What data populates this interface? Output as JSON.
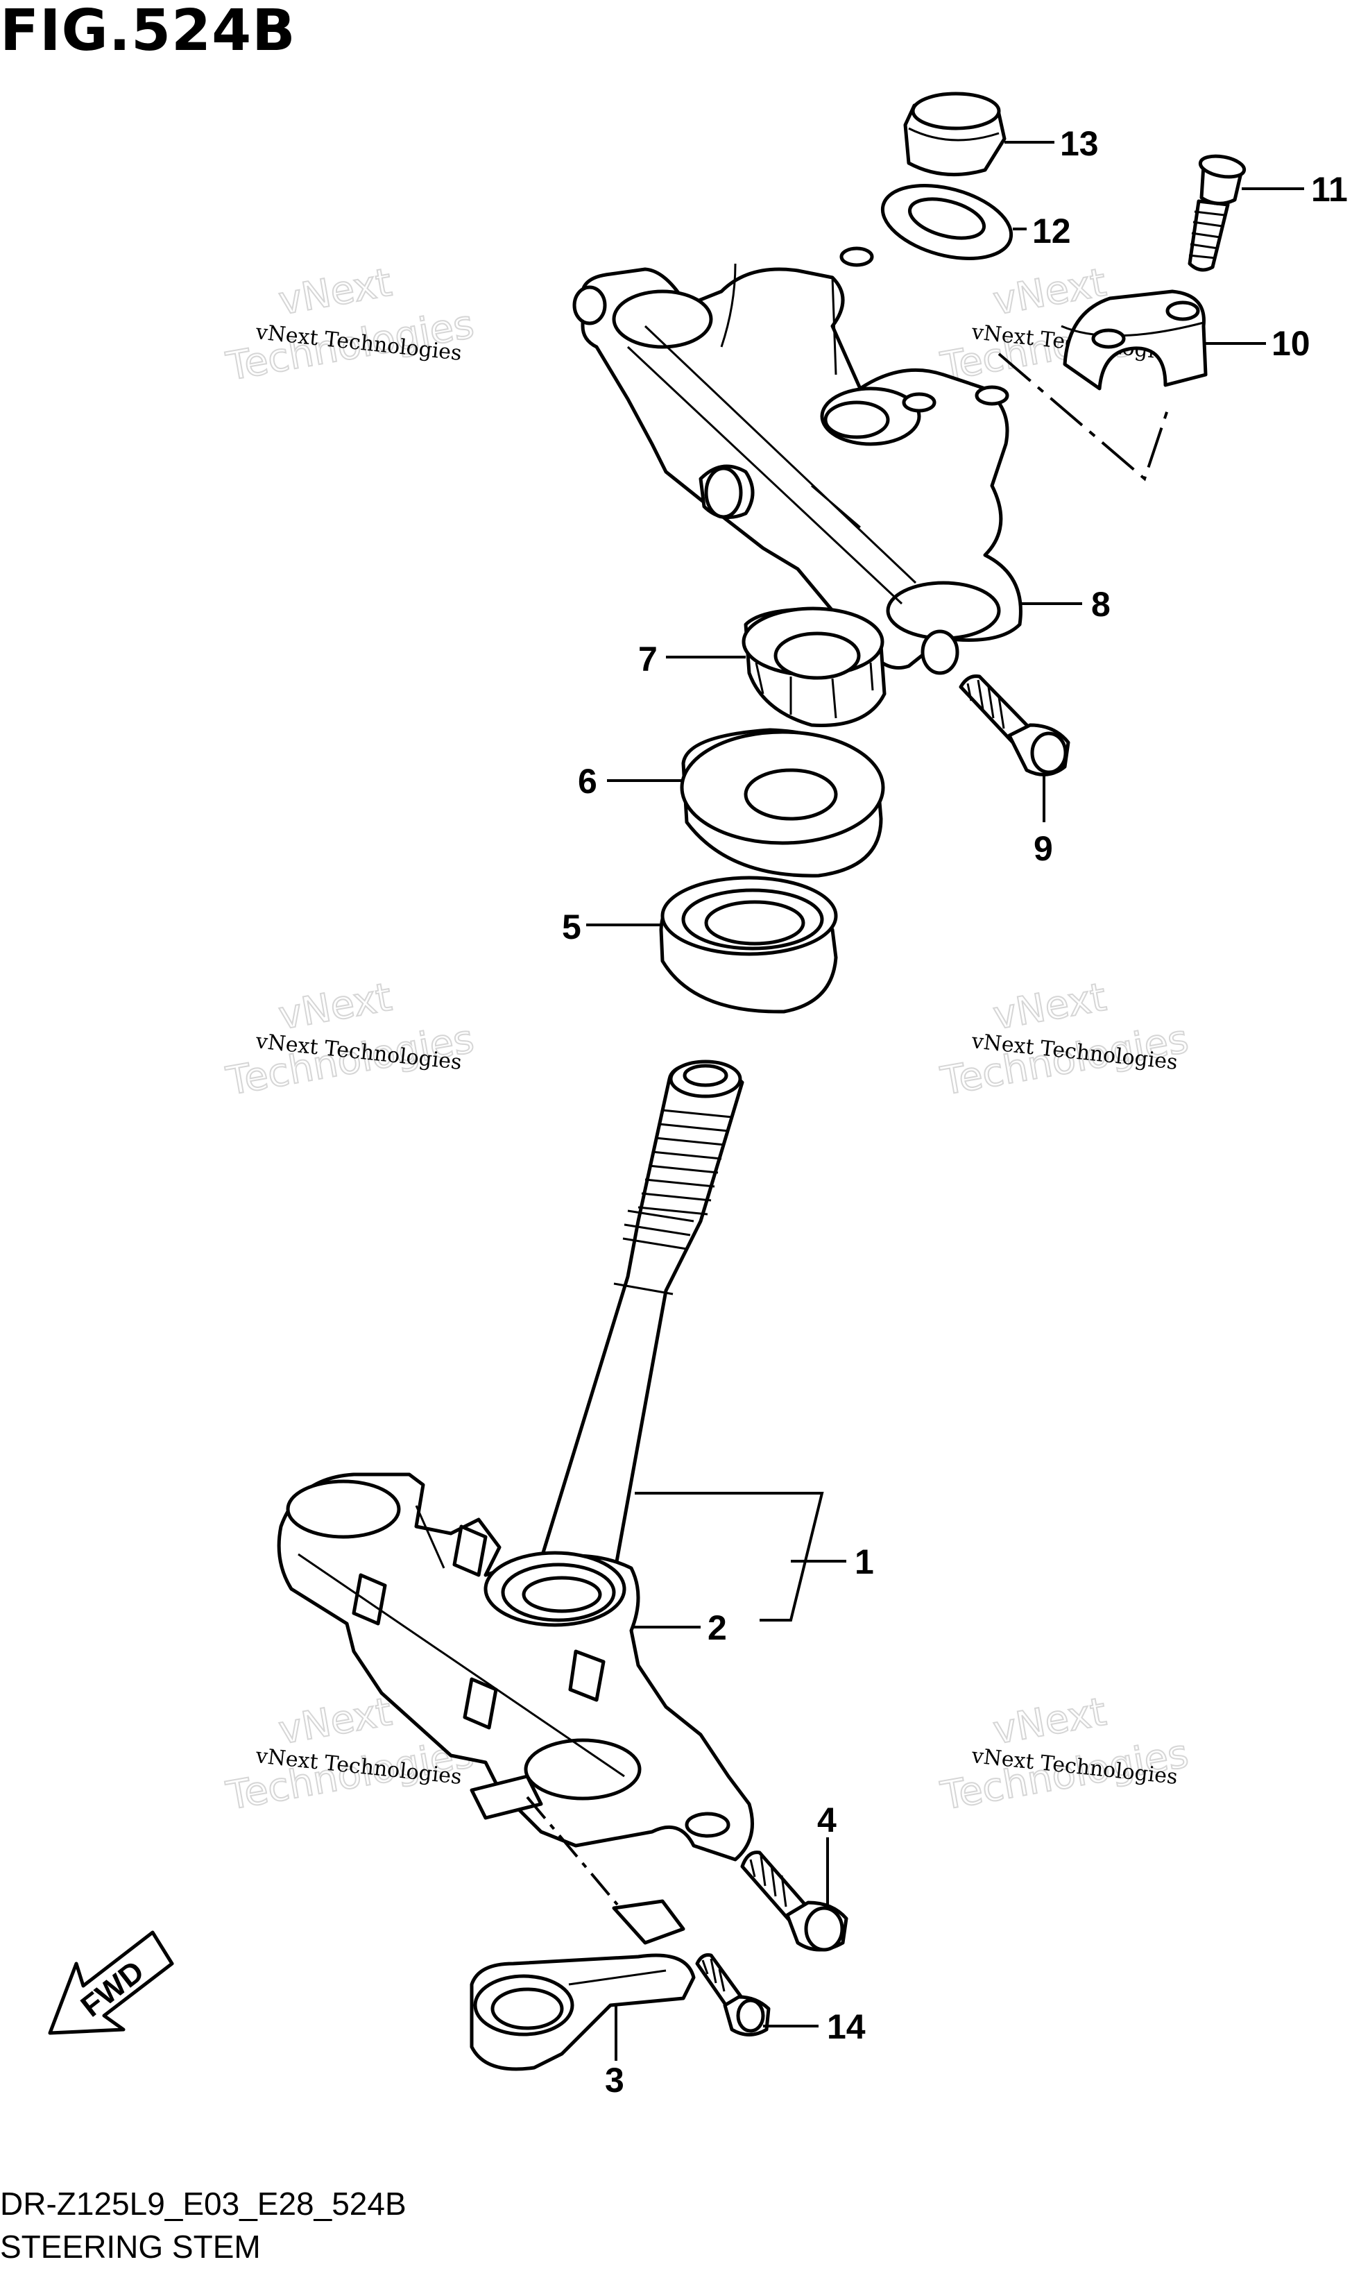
{
  "figure": {
    "title": "FIG.524B",
    "model_code": "DR-Z125L9_E03_E28_524B",
    "caption": "STEERING STEM",
    "direction_label": "FWD"
  },
  "watermark": {
    "line1": "vNext Technologies",
    "line2": "vNext",
    "line3": "Technologies"
  },
  "callouts": [
    {
      "id": "1",
      "label": "1"
    },
    {
      "id": "2",
      "label": "2"
    },
    {
      "id": "3",
      "label": "3"
    },
    {
      "id": "4",
      "label": "4"
    },
    {
      "id": "5",
      "label": "5"
    },
    {
      "id": "6",
      "label": "6"
    },
    {
      "id": "7",
      "label": "7"
    },
    {
      "id": "8",
      "label": "8"
    },
    {
      "id": "9",
      "label": "9"
    },
    {
      "id": "10",
      "label": "10"
    },
    {
      "id": "11",
      "label": "11"
    },
    {
      "id": "12",
      "label": "12"
    },
    {
      "id": "13",
      "label": "13"
    },
    {
      "id": "14",
      "label": "14"
    }
  ]
}
